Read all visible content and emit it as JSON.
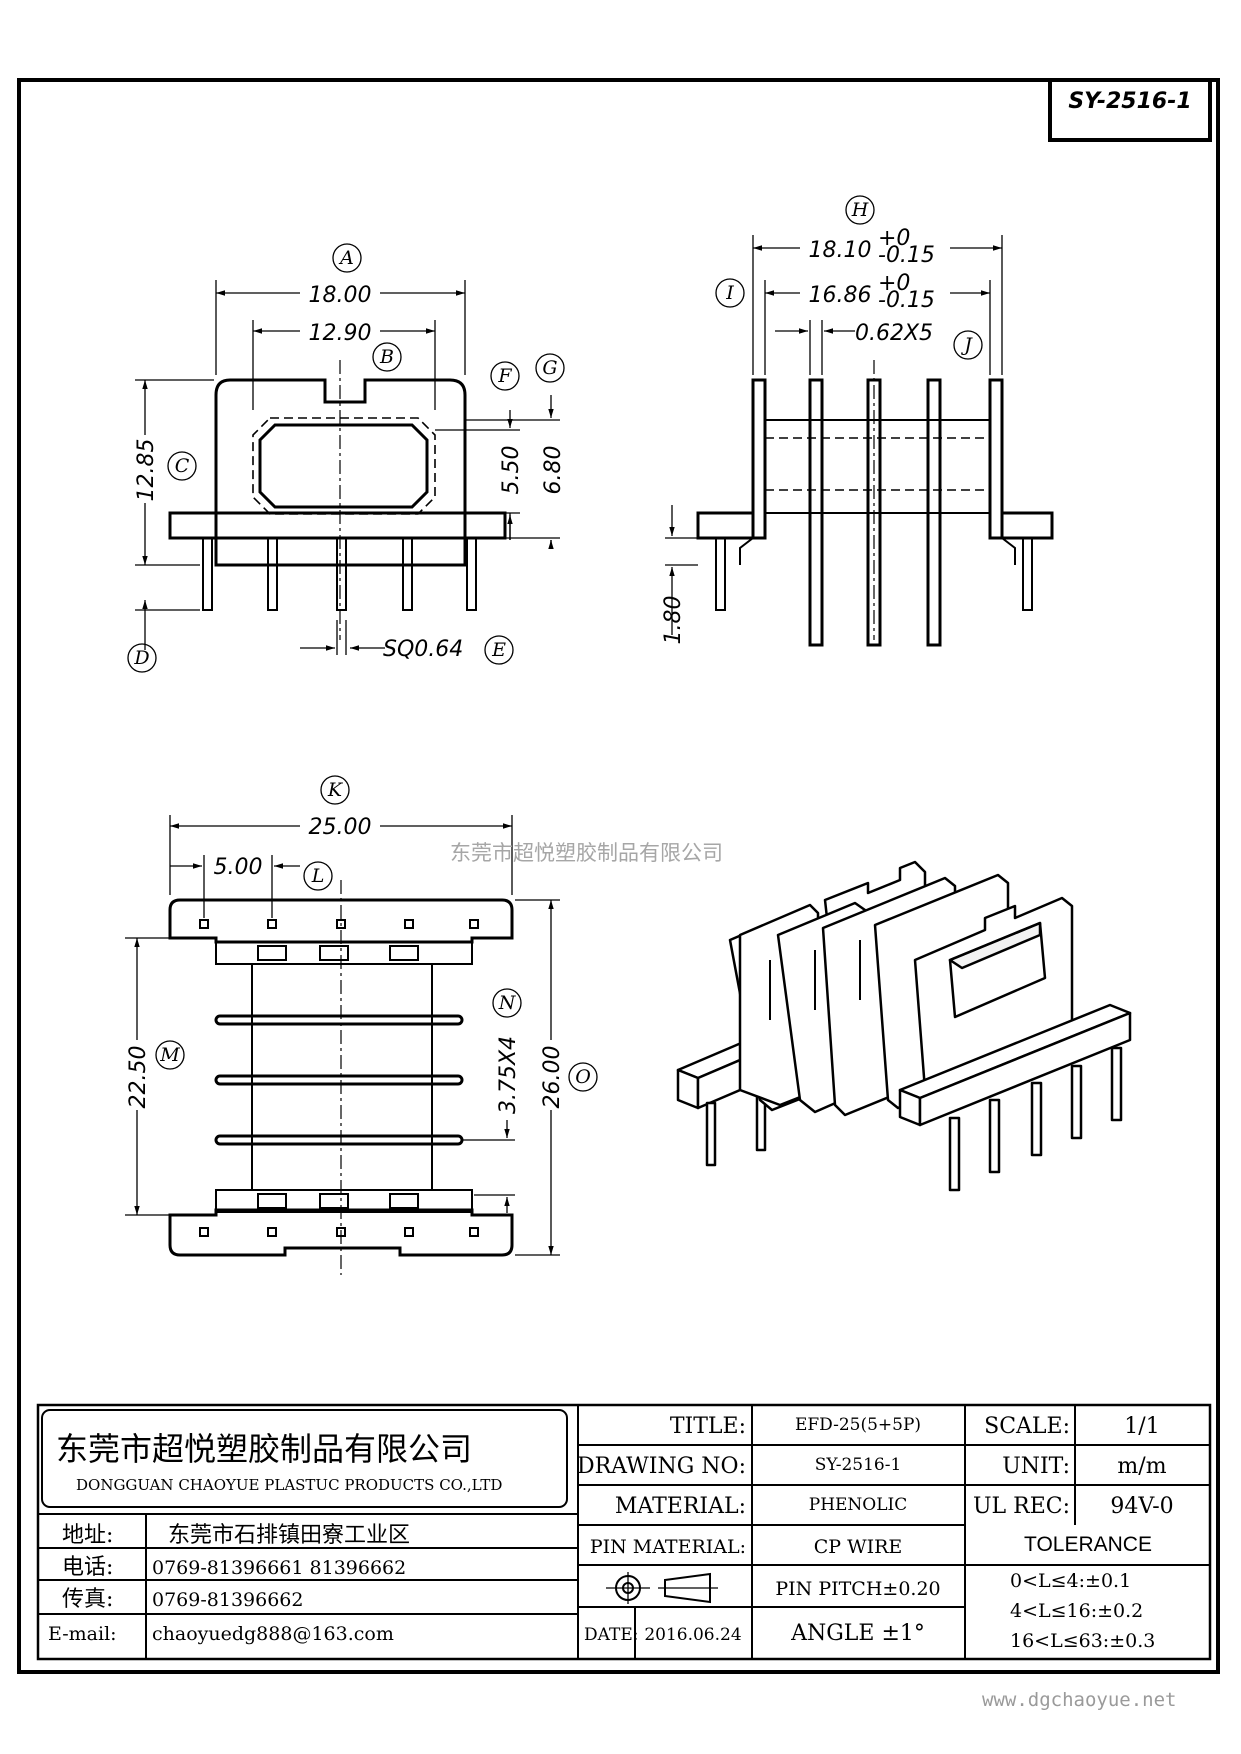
{
  "drawing_id": "SY-2516-1",
  "views": {
    "front": {
      "dim_A": "18.00",
      "dim_B_value": "12.90",
      "dim_C": "12.85",
      "dim_F": "5.50",
      "dim_G": "6.80",
      "dim_E": "SQ0.64",
      "balloons": [
        "A",
        "B",
        "C",
        "D",
        "E",
        "F",
        "G"
      ]
    },
    "side": {
      "dim_H": "18.10",
      "dim_H_tol_upper": "+0",
      "dim_H_tol_lower": "-0.15",
      "dim_I": "16.86",
      "dim_I_tol_upper": "+0",
      "dim_I_tol_lower": "-0.15",
      "dim_J": "0.62X5",
      "dim_D": "1.80",
      "balloons": [
        "H",
        "I",
        "J"
      ]
    },
    "bottom": {
      "dim_K": "25.00",
      "dim_L": "5.00",
      "dim_M": "22.50",
      "dim_N": "3.75X4",
      "dim_O": "26.00",
      "balloons": [
        "K",
        "L",
        "M",
        "N",
        "O"
      ]
    }
  },
  "watermark": "东莞市超悦塑胶制品有限公司",
  "website": "www.dgchaoyue.net",
  "title_block": {
    "company_cn": "东莞市超悦塑胶制品有限公司",
    "company_en": "DONGGUAN CHAOYUE PLASTUC PRODUCTS CO.,LTD",
    "address_label": "地址:",
    "address_value": "东莞市石排镇田寮工业区",
    "phone_label": "电话:",
    "phone_value": "0769-81396661   81396662",
    "fax_label": "传真:",
    "fax_value": "0769-81396662",
    "email_label": "E-mail:",
    "email_value": "chaoyuedg888@163.com",
    "title_label": "TITLE:",
    "title_value": "EFD-25(5+5P)",
    "drawing_no_label": "DRAWING NO:",
    "drawing_no_value": "SY-2516-1",
    "material_label": "MATERIAL:",
    "material_value": "PHENOLIC",
    "pin_material_label": "PIN MATERIAL:",
    "pin_material_value": "CP WIRE",
    "pin_pitch": "PIN PITCH±0.20",
    "date_label": "DATE:",
    "date_value": "2016.06.24",
    "angle": "ANGLE  ±1°",
    "scale_label": "SCALE:",
    "scale_value": "1/1",
    "unit_label": "UNIT:",
    "unit_value": "m/m",
    "ul_label": "UL REC:",
    "ul_value": "94V-0",
    "tolerance_label": "TOLERANCE",
    "tolerances": [
      "0<L≤4:±0.1",
      "4<L≤16:±0.2",
      "16<L≤63:±0.3"
    ]
  }
}
